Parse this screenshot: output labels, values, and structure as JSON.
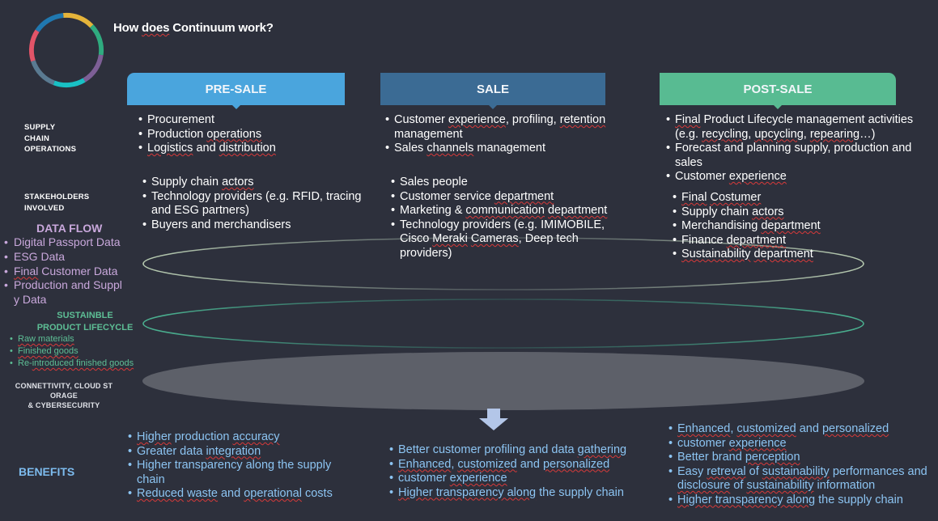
{
  "header": {
    "title": "How does Continuum work?",
    "logo_colors": [
      "#e5b43a",
      "#2fab7f",
      "#7d5f96",
      "#19c0c4",
      "#5a7a91",
      "#e25468",
      "#2078b0"
    ]
  },
  "phases": [
    {
      "label": "PRE-SALE",
      "color": "#4aa5dd"
    },
    {
      "label": "SALE",
      "color": "#3b6b94"
    },
    {
      "label": "POST-SALE",
      "color": "#58bb92"
    }
  ],
  "row_labels": {
    "supply_chain": [
      "SUPPLY",
      "CHAIN",
      "OPERATIONS"
    ],
    "stakeholders": [
      "STAKEHOLDERS",
      "INVOLVED"
    ],
    "connectivity": [
      "CONNETTIVITY, CLOUD ST",
      "ORAGE",
      "& CYBERSECURITY"
    ],
    "benefits": "BENEFITS"
  },
  "supply_chain_operations": {
    "presale": [
      "Procurement",
      "Production operations",
      "Logistics and distribution"
    ],
    "sale": [
      "Customer experience, profiling, retention management",
      "Sales channels management"
    ],
    "postsale": [
      "Final Product Lifecycle management activities (e.g. recycling, upcycling, repearing…)",
      "Forecast and planning supply, production and sales",
      "Customer experience"
    ]
  },
  "stakeholders": {
    "presale": [
      "Supply chain actors",
      "Technology providers (e.g. RFID, tracing and ESG partners)",
      "Buyers and merchandisers"
    ],
    "sale": [
      "Sales people",
      "Customer service department",
      "Marketing & communication department",
      "Technology providers (e.g. IMIMOBILE, Cisco Meraki Cameras, Deep tech providers)"
    ],
    "postsale": [
      "Final Costumer",
      "Supply chain actors",
      "Merchandising department",
      "Finance department",
      "Sustainability department"
    ]
  },
  "data_flow": {
    "title": "DATA FLOW",
    "items": [
      "Digital Passport Data",
      "ESG Data",
      "Final Customer Data",
      "Production and Suppl y Data"
    ],
    "color": "#c9a8dc"
  },
  "sustainable_lifecycle": {
    "title_lines": [
      "SUSTAINBLE",
      "PRODUCT LIFECYCLE"
    ],
    "items": [
      "Raw materials",
      "Finished goods",
      "Re-introduced finished goods"
    ],
    "color": "#5dbe95"
  },
  "benefits": {
    "presale": [
      "Higher production accuracy",
      "Greater data integration",
      "Higher transparency along the supply chain",
      "Reduced waste and operational costs"
    ],
    "sale": [
      "Better customer profiling and data gathering",
      "Enhanced, customized and personalized",
      "customer experience",
      "Higher transparency along the supply chain"
    ],
    "postsale": [
      "Enhanced, customized and personalized",
      "customer experience",
      "Better brand perception",
      "Easy retreval of sustainability performances and disclosure of sustainability information",
      "Higher transparency along the supply chain"
    ]
  },
  "icons": {
    "logo": "continuum-ring-logo",
    "arrow": "arrow-down-icon"
  }
}
